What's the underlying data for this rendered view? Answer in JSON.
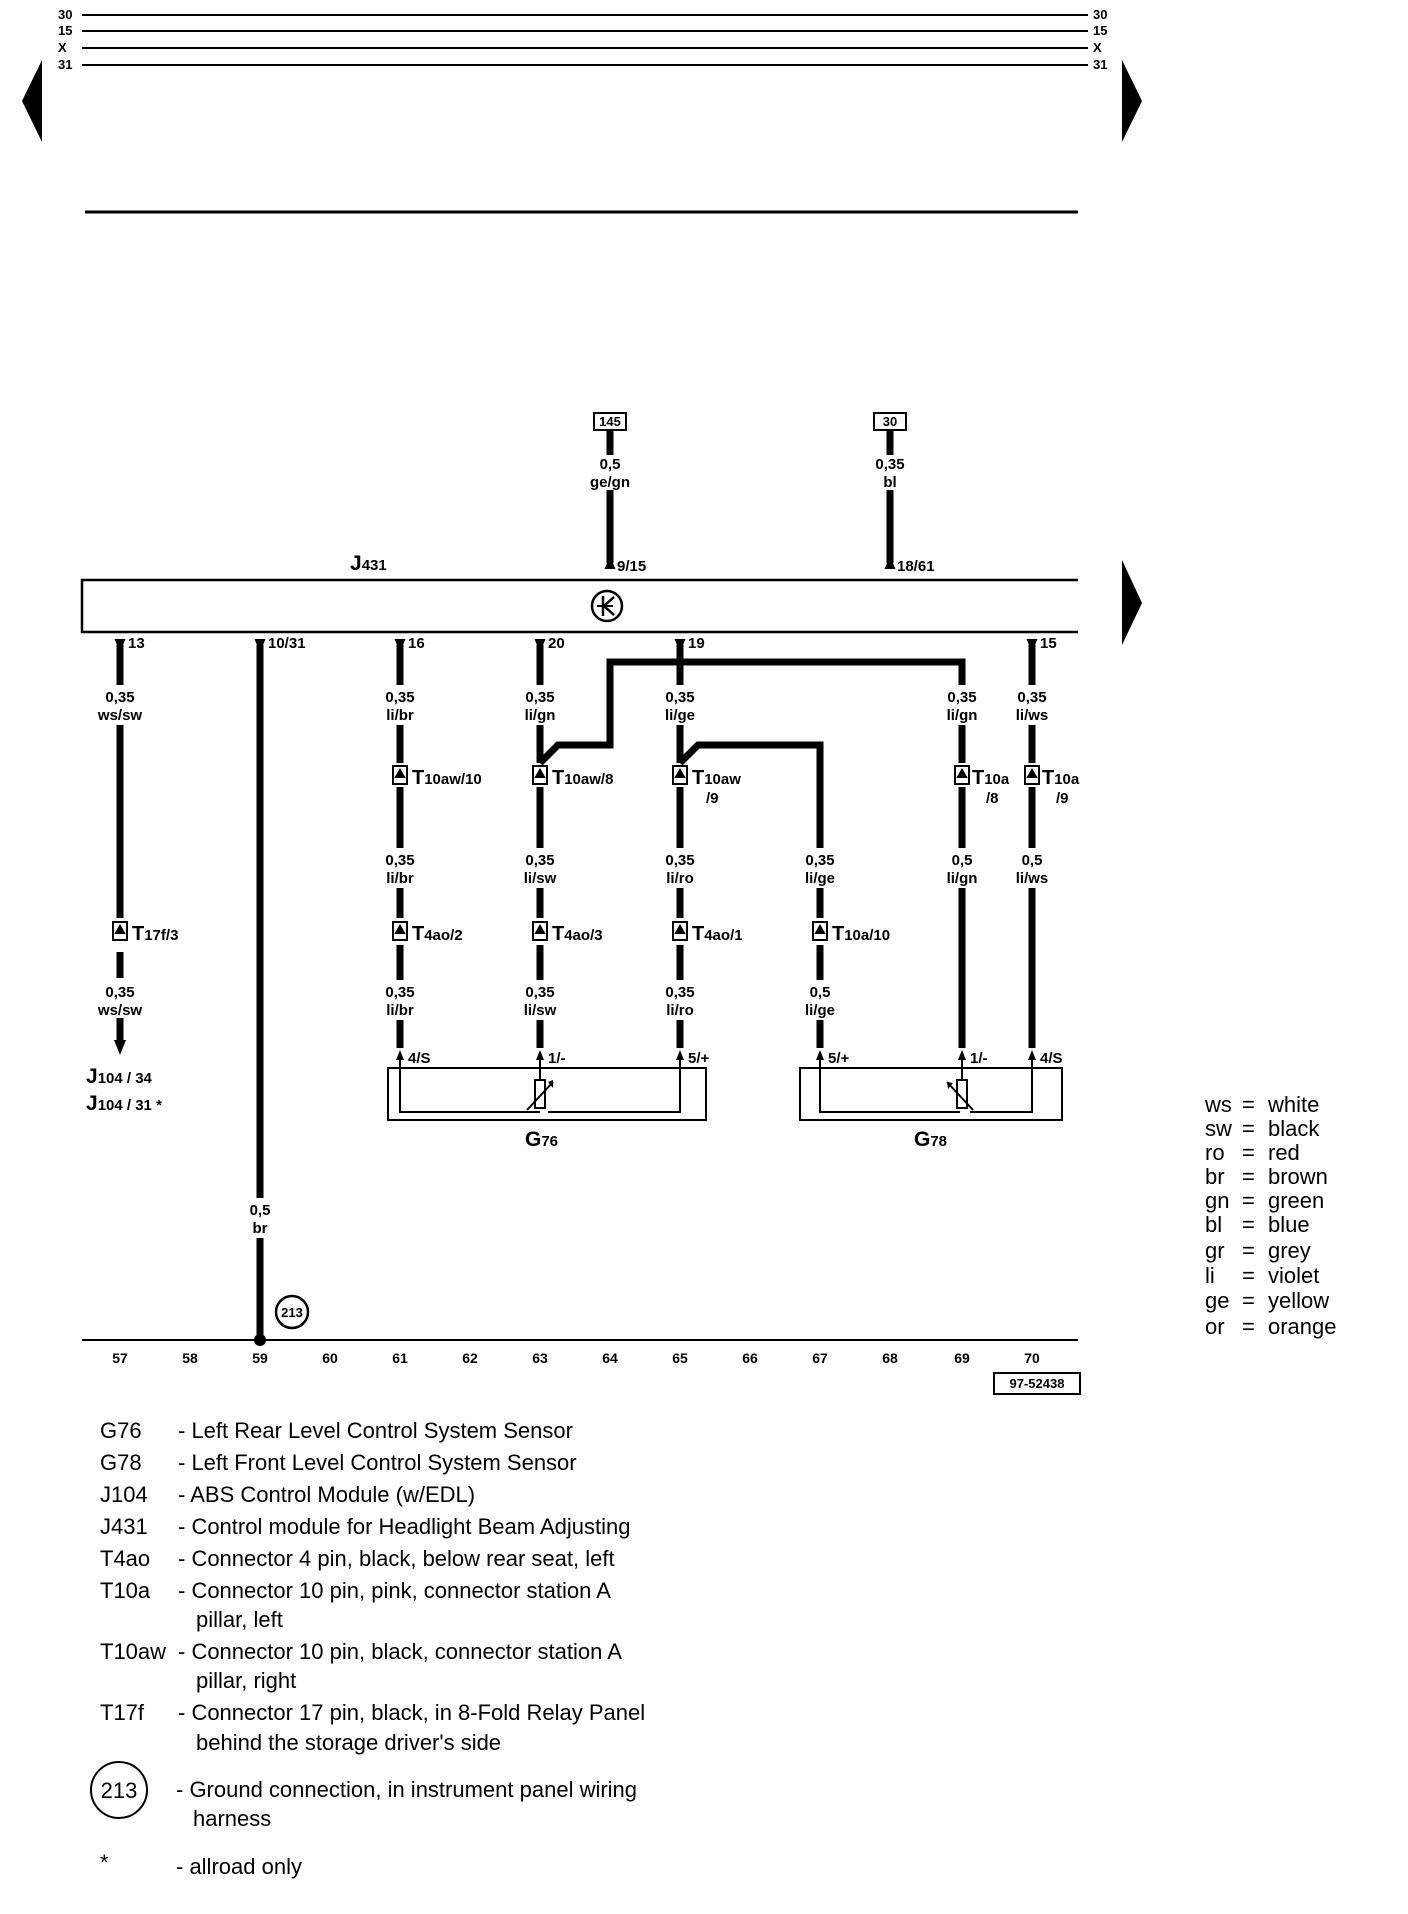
{
  "buses": [
    {
      "name": "30"
    },
    {
      "name": "15"
    },
    {
      "name": "X"
    },
    {
      "name": "31"
    }
  ],
  "terminals": [
    {
      "id": "145",
      "size": "0,5",
      "color": "ge/gn",
      "pin": "9/15"
    },
    {
      "id": "30",
      "size": "0,35",
      "color": "bl",
      "pin": "18/61"
    }
  ],
  "module": {
    "name": "J",
    "sub": "431"
  },
  "module_pins": [
    "13",
    "10/31",
    "16",
    "20",
    "19",
    "15"
  ],
  "wires": [
    {
      "size": "0,35",
      "color": "ws/sw"
    },
    {
      "size": "0,35",
      "color": "li/br"
    },
    {
      "size": "0,35",
      "color": "li/gn"
    },
    {
      "size": "0,35",
      "color": "li/ge"
    },
    {
      "size": "0,35",
      "color": "li/gn"
    },
    {
      "size": "0,35",
      "color": "li/ws"
    },
    {
      "size": "0,35",
      "color": "li/br"
    },
    {
      "size": "0,35",
      "color": "li/sw"
    },
    {
      "size": "0,35",
      "color": "li/ro"
    },
    {
      "size": "0,35",
      "color": "li/ge"
    },
    {
      "size": "0,5",
      "color": "li/gn"
    },
    {
      "size": "0,5",
      "color": "li/ws"
    },
    {
      "size": "0,35",
      "color": "ws/sw"
    },
    {
      "size": "0,35",
      "color": "li/br"
    },
    {
      "size": "0,35",
      "color": "li/sw"
    },
    {
      "size": "0,35",
      "color": "li/ro"
    },
    {
      "size": "0,5",
      "color": "li/ge"
    },
    {
      "size": "0,5",
      "color": "br"
    }
  ],
  "connectors": [
    {
      "main": "T",
      "sub": "10aw/10"
    },
    {
      "main": "T",
      "sub": "10aw/8"
    },
    {
      "main": "T",
      "sub": "10aw",
      "sub2": "/9"
    },
    {
      "main": "T",
      "sub": "10a",
      "sub2": "/8"
    },
    {
      "main": "T",
      "sub": "10a",
      "sub2": "/9"
    },
    {
      "main": "T",
      "sub": "17f/3"
    },
    {
      "main": "T",
      "sub": "4ao/2"
    },
    {
      "main": "T",
      "sub": "4ao/3"
    },
    {
      "main": "T",
      "sub": "4ao/1"
    },
    {
      "main": "T",
      "sub": "10a/10"
    }
  ],
  "sensor_pins": [
    "4/S",
    "1/-",
    "5/+",
    "5/+",
    "1/-",
    "4/S"
  ],
  "components": [
    {
      "main": "G",
      "sub": "76"
    },
    {
      "main": "G",
      "sub": "78"
    }
  ],
  "j104_refs": [
    {
      "main": "J",
      "sub": "104 / 34"
    },
    {
      "main": "J",
      "sub": "104 / 31 *"
    }
  ],
  "ground": {
    "id": "213"
  },
  "tracks": [
    "57",
    "58",
    "59",
    "60",
    "61",
    "62",
    "63",
    "64",
    "65",
    "66",
    "67",
    "68",
    "69",
    "70"
  ],
  "drawing_code": "97-52438",
  "color_key": [
    {
      "abbr": "ws",
      "name": "white"
    },
    {
      "abbr": "sw",
      "name": "black"
    },
    {
      "abbr": "ro",
      "name": "red"
    },
    {
      "abbr": "br",
      "name": "brown"
    },
    {
      "abbr": "gn",
      "name": "green"
    },
    {
      "abbr": "bl",
      "name": "blue"
    },
    {
      "abbr": "gr",
      "name": "grey"
    },
    {
      "abbr": "li",
      "name": "violet"
    },
    {
      "abbr": "ge",
      "name": "yellow"
    },
    {
      "abbr": "or",
      "name": "orange"
    }
  ],
  "legend": [
    {
      "code": "G76",
      "lines": [
        "- Left Rear Level Control System Sensor"
      ]
    },
    {
      "code": "G78",
      "lines": [
        "- Left Front Level Control System Sensor"
      ]
    },
    {
      "code": "J104",
      "lines": [
        "- ABS Control Module (w/EDL)"
      ]
    },
    {
      "code": "J431",
      "lines": [
        "- Control module for Headlight Beam Adjusting"
      ]
    },
    {
      "code": "T4ao",
      "lines": [
        "- Connector 4 pin, black, below rear seat, left"
      ]
    },
    {
      "code": "T10a",
      "lines": [
        "- Connector 10 pin, pink, connector station A",
        "pillar, left"
      ]
    },
    {
      "code": "T10aw",
      "lines": [
        "- Connector 10 pin, black, connector station A",
        "pillar, right"
      ]
    },
    {
      "code": "T17f",
      "lines": [
        "- Connector 17 pin, black, in 8-Fold Relay Panel",
        "behind the storage driver's side"
      ]
    },
    {
      "code": "213",
      "lines": [
        "- Ground connection, in instrument panel wiring",
        "harness"
      ]
    },
    {
      "code": "*",
      "lines": [
        "- allroad only"
      ]
    }
  ]
}
